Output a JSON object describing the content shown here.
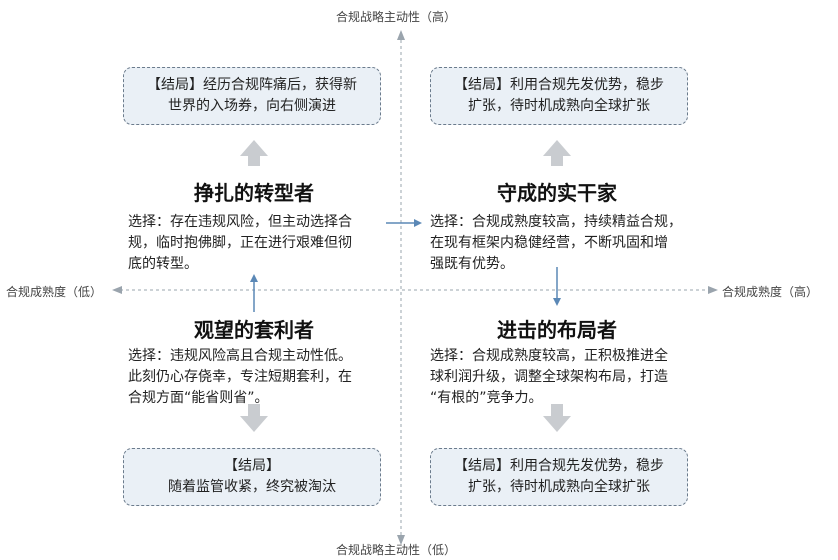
{
  "axes": {
    "top": "合规战略主动性（高）",
    "bottom": "合规战略主动性（低）",
    "left": "合规成熟度（低）",
    "right": "合规成熟度（高）"
  },
  "quadrants": {
    "top_left": {
      "title": "挣扎的转型者",
      "body": "选择：存在违规风险，但主动选择合\n规，临时抱佛脚，正在进行艰难但彻\n底的转型。",
      "result": "【结局】经历合规阵痛后，获得新\n世界的入场券，向右侧演进"
    },
    "top_right": {
      "title": "守成的实干家",
      "body": "选择：合规成熟度较高，持续精益合规，\n在现有框架内稳健经营，不断巩固和增\n强既有优势。",
      "result": "【结局】利用合规先发优势，稳步\n扩张，待时机成熟向全球扩张"
    },
    "bottom_left": {
      "title": "观望的套利者",
      "body": "选择：违规风险高且合规主动性低。\n此刻仍心存侥幸，专注短期套利，在\n合规方面“能省则省”。",
      "result": "【结局】\n随着监管收紧，终究被淘汰"
    },
    "bottom_right": {
      "title": "进击的布局者",
      "body": "选择：合规成熟度较高，正积极推进全\n球利润升级，调整全球架构布局，打造\n“有根的”竞争力。",
      "result": "【结局】利用合规先发优势，稳步\n扩张，待时机成熟向全球扩张"
    }
  },
  "colors": {
    "box_fill": "#eaf0f6",
    "box_border": "#6b7b8c",
    "axis": "#9aa4ad",
    "thin_arrow": "#5b88b6",
    "block_arrow": "#c9ccd0"
  }
}
